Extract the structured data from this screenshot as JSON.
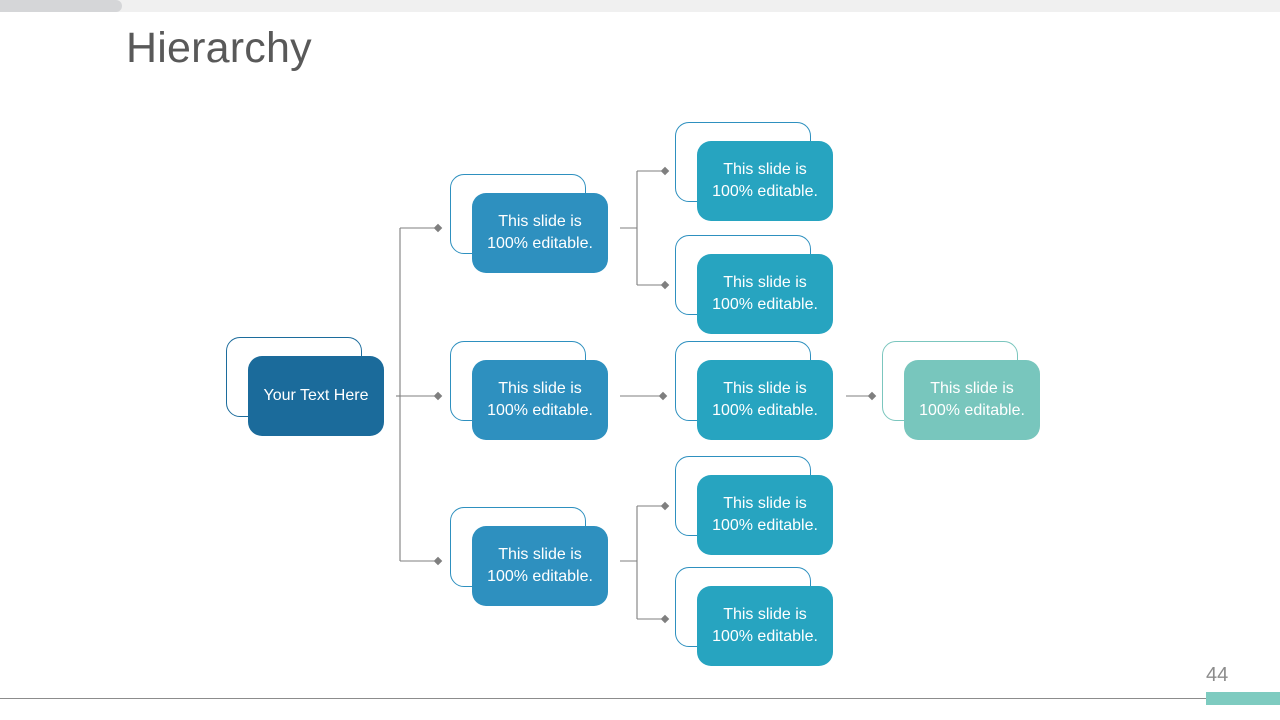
{
  "slide": {
    "title": "Hierarchy",
    "page_number": "44",
    "accent_color": "#7ECBC0",
    "title_color": "#595959",
    "background": "#ffffff"
  },
  "topbar": {
    "dark_segment_color": "#d5d6d8",
    "light_segment_color": "#f0f0f0"
  },
  "chart_data": {
    "type": "diagram",
    "title": "Hierarchy",
    "orientation": "left-to-right",
    "connector_color": "#7f7f7f",
    "marker": "diamond",
    "levels": [
      {
        "level": 1,
        "fill": "#1B6B9B",
        "label": "root"
      },
      {
        "level": 2,
        "fill": "#2E90BF",
        "label": "branch"
      },
      {
        "level": 3,
        "fill": "#27A4C0",
        "label": "leaf"
      },
      {
        "level": 4,
        "fill": "#78C6BD",
        "label": "terminal"
      }
    ]
  },
  "nodes": {
    "root": {
      "text": "Your Text Here",
      "level": 1
    },
    "b1": {
      "text": "This slide is 100% editable.",
      "level": 2
    },
    "b2": {
      "text": "This slide is 100% editable.",
      "level": 2
    },
    "b3": {
      "text": "This slide is 100% editable.",
      "level": 2
    },
    "c1": {
      "text": "This slide is 100% editable.",
      "level": 3
    },
    "c2": {
      "text": "This slide is 100% editable.",
      "level": 3
    },
    "c3": {
      "text": "This slide is 100% editable.",
      "level": 3
    },
    "c4": {
      "text": "This slide is 100% editable.",
      "level": 3
    },
    "c5": {
      "text": "This slide is 100% editable.",
      "level": 3
    },
    "d1": {
      "text": "This slide is 100% editable.",
      "level": 4
    }
  }
}
